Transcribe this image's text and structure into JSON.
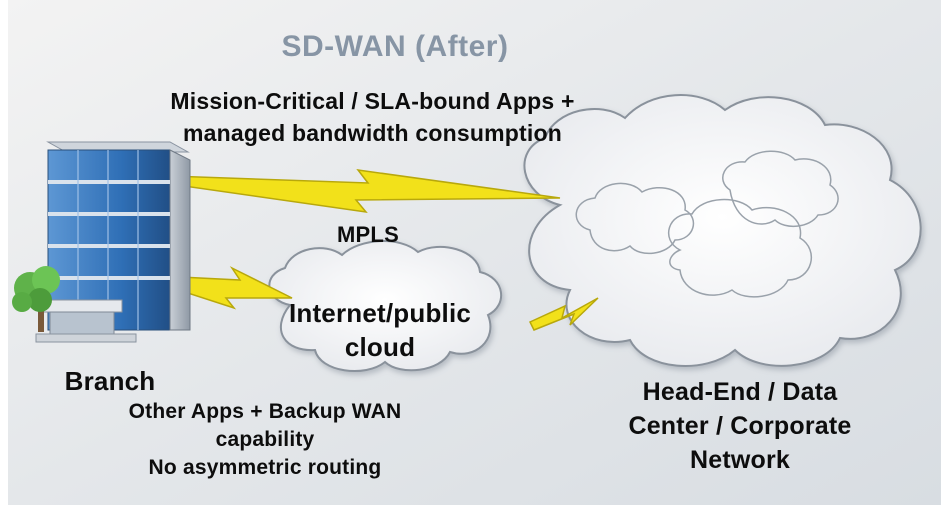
{
  "diagram": {
    "title": "SD-WAN (After)",
    "mpls_description": {
      "line1": "Mission-Critical / SLA-bound Apps +",
      "line2": "managed bandwidth consumption"
    },
    "mpls_label": "MPLS",
    "internet_cloud": {
      "line1": "Internet/public",
      "line2": "cloud"
    },
    "branch_label": "Branch",
    "internet_description": {
      "line1": "Other Apps + Backup WAN",
      "line2": "capability",
      "line3": "No asymmetric routing"
    },
    "headend_label": {
      "line1": "Head-End / Data",
      "line2": "Center / Corporate",
      "line3": "Network"
    }
  },
  "colors": {
    "title": "#8795a5",
    "lightning": "#f2e11a",
    "building_glass": "#3f7dc3",
    "cloud_fill": "#f4f5f7",
    "text": "#0d0d0d"
  },
  "icons": [
    "office-building-icon",
    "tree-icon",
    "lightning-bolt-icon",
    "cloud-icon"
  ]
}
